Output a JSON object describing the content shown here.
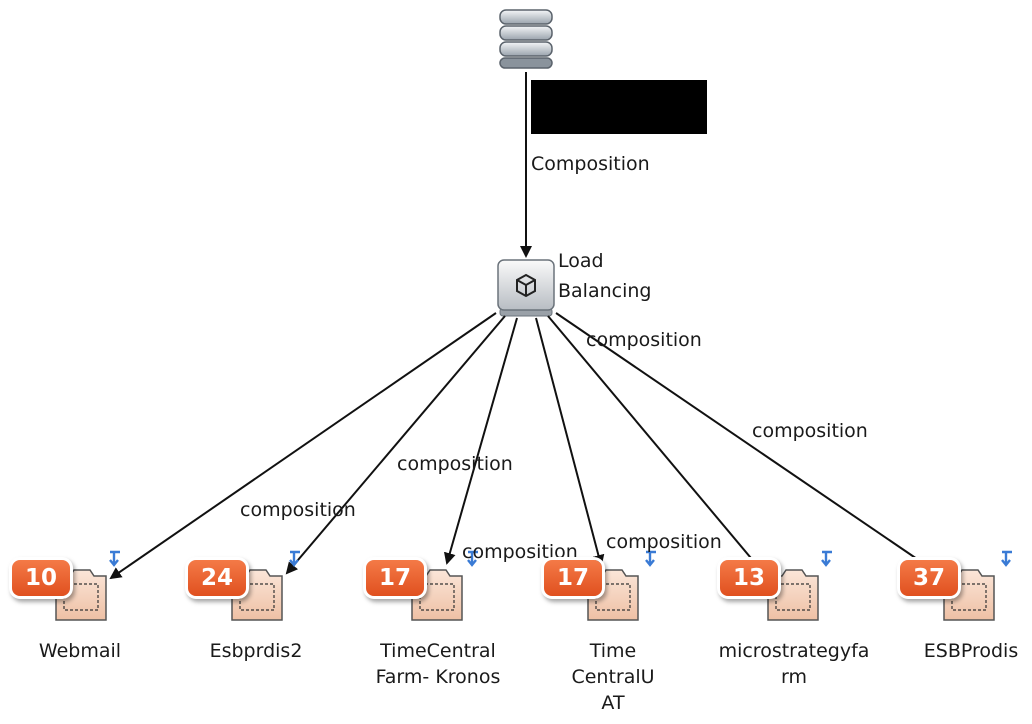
{
  "top_edge_label": "Composition",
  "load_balancer": {
    "label": "Load\nBalancing"
  },
  "edge_labels": [
    "composition",
    "composition",
    "composition",
    "composition",
    "composition",
    "composition"
  ],
  "nodes": [
    {
      "label": "Webmail",
      "badge": "10"
    },
    {
      "label": "Esbprdis2",
      "badge": "24"
    },
    {
      "label": "TimeCentral\nFarm- Kronos",
      "badge": "17"
    },
    {
      "label": "Time\nCentralU\nAT",
      "badge": "17"
    },
    {
      "label": "microstrategyfa\nrm",
      "badge": "13"
    },
    {
      "label": "ESBProdis",
      "badge": "37"
    }
  ],
  "colors": {
    "badge": "#e8602c",
    "folder_fill": "#f3d2bf",
    "folder_border": "#555555",
    "expand_arrow": "#3a7bd5",
    "edge": "#111111"
  }
}
